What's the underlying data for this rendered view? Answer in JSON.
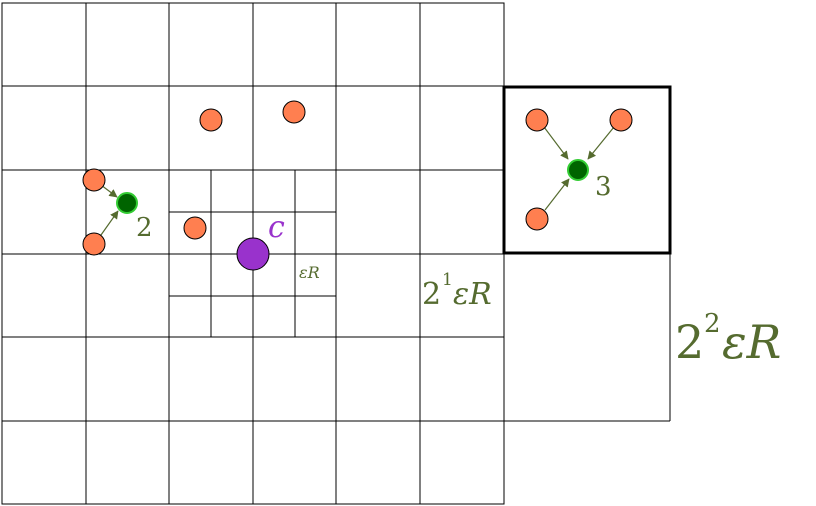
{
  "colors": {
    "grid": "#000000",
    "orange_point": "#FF7F50",
    "green_point": "#006400",
    "green_point_border": "#33CC33",
    "center_point": "#9932CC",
    "label": "#556B2F"
  },
  "labels": {
    "center": "c",
    "cluster_small": "2",
    "cluster_large": "3",
    "eps_r": "εR",
    "scale1_base": "2",
    "scale1_exp": "1",
    "scale1_rest": "εR",
    "scale2_base": "2",
    "scale2_exp": "2",
    "scale2_rest": "εR"
  }
}
